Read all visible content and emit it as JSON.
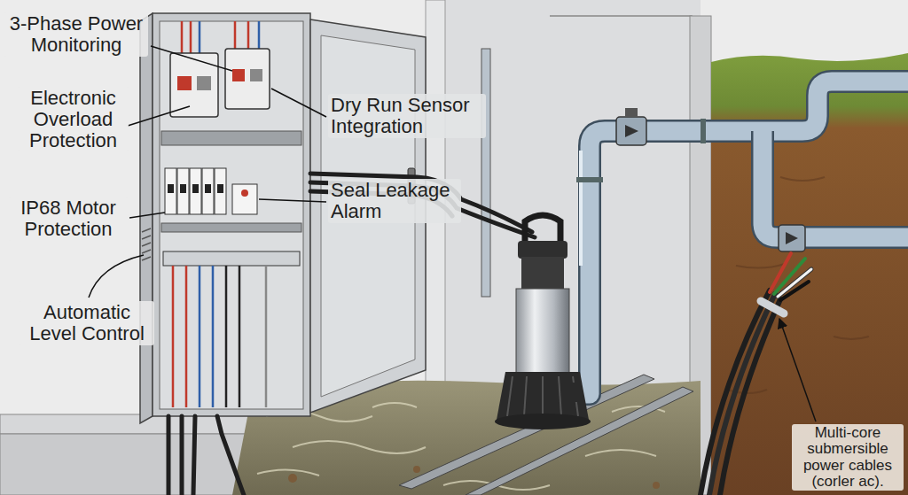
{
  "diagram": {
    "labels": [
      "3-Phase Power Monitoring",
      "Electronic Overload Protection",
      "IP68 Motor Protection",
      "Automatic Level Control",
      "Dry Run Sensor Integration",
      "Seal Leakage Alarm",
      "Multi-core submersible power cables (corler ac)."
    ]
  }
}
